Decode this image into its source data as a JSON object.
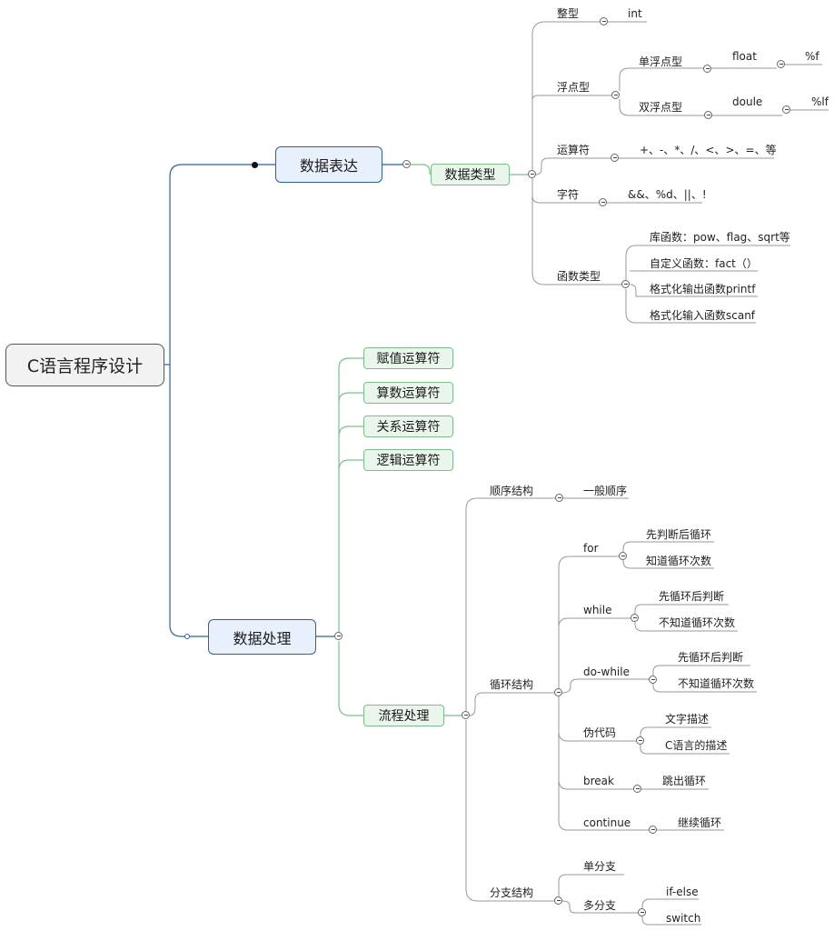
{
  "root": "C语言程序设计",
  "colors": {
    "blue": "#2f5fa8",
    "green": "#7cbf8c",
    "gray": "#999999"
  },
  "branch1": {
    "label": "数据表达",
    "child": "数据类型",
    "types": {
      "int_group": {
        "label": "整型",
        "value": "int"
      },
      "float_group": {
        "label": "浮点型",
        "single": {
          "label": "单浮点型",
          "type": "float",
          "fmt": "%f"
        },
        "double": {
          "label": "双浮点型",
          "type": "doule",
          "fmt": "%lf"
        }
      },
      "operators": {
        "label": "运算符",
        "value": "+、-、*、/、<、>、=、等"
      },
      "chars": {
        "label": "字符",
        "value": "&&、%d、||、!"
      },
      "functions": {
        "label": "函数类型",
        "items": [
          "库函数：pow、flag、sqrt等",
          "自定义函数：fact（）",
          "格式化输出函数printf",
          "格式化输入函数scanf"
        ]
      }
    }
  },
  "branch2": {
    "label": "数据处理",
    "operators": [
      "赋值运算符",
      "算数运算符",
      "关系运算符",
      "逻辑运算符"
    ],
    "flow": {
      "label": "流程处理",
      "seq": {
        "label": "顺序结构",
        "value": "一般顺序"
      },
      "loop": {
        "label": "循环结构",
        "items": [
          {
            "label": "for",
            "children": [
              "先判断后循环",
              "知道循环次数"
            ]
          },
          {
            "label": "while",
            "children": [
              "先循环后判断",
              "不知道循环次数"
            ]
          },
          {
            "label": "do-while",
            "children": [
              "先循环后判断",
              "不知道循环次数"
            ]
          },
          {
            "label": "伪代码",
            "children": [
              "文字描述",
              "C语言的描述"
            ]
          },
          {
            "label": "break",
            "children": [
              "跳出循环"
            ]
          },
          {
            "label": "continue",
            "children": [
              "继续循环"
            ]
          }
        ]
      },
      "branch": {
        "label": "分支结构",
        "single": "单分支",
        "multi": {
          "label": "多分支",
          "children": [
            "if-else",
            "switch"
          ]
        }
      }
    }
  }
}
